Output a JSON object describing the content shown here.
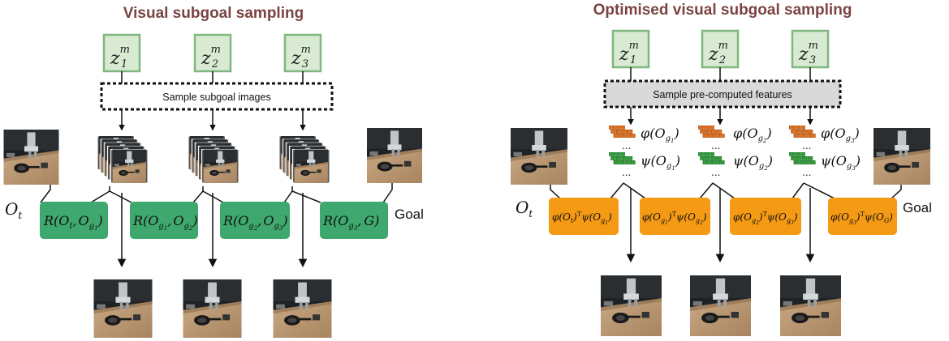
{
  "left_panel": {
    "title": "Visual subgoal sampling",
    "z_latents": [
      {
        "base": "z",
        "sup": "m",
        "sub": "1"
      },
      {
        "base": "z",
        "sup": "m",
        "sub": "2"
      },
      {
        "base": "z",
        "sup": "m",
        "sub": "3"
      }
    ],
    "sample_label": "Sample subgoal images",
    "obs_label": {
      "base": "O",
      "sub": "t"
    },
    "goal_label": "Goal",
    "reward_boxes": [
      {
        "name": "R",
        "args": [
          {
            "base": "O",
            "sub": "t"
          },
          {
            "base": "O",
            "sub": "g",
            "subsub": "1"
          }
        ]
      },
      {
        "name": "R",
        "args": [
          {
            "base": "O",
            "sub": "g",
            "subsub": "1"
          },
          {
            "base": "O",
            "sub": "g",
            "subsub": "2"
          }
        ]
      },
      {
        "name": "R",
        "args": [
          {
            "base": "O",
            "sub": "g",
            "subsub": "2"
          },
          {
            "base": "O",
            "sub": "g",
            "subsub": "3"
          }
        ]
      },
      {
        "name": "R",
        "args": [
          {
            "base": "O",
            "sub": "g",
            "subsub": "3"
          },
          {
            "base": "G"
          }
        ]
      }
    ]
  },
  "right_panel": {
    "title": "Optimised visual subgoal sampling",
    "z_latents": [
      {
        "base": "z",
        "sup": "m",
        "sub": "1"
      },
      {
        "base": "z",
        "sup": "m",
        "sub": "2"
      },
      {
        "base": "z",
        "sup": "m",
        "sub": "3"
      }
    ],
    "sample_label": "Sample pre-computed features",
    "obs_label": {
      "base": "O",
      "sub": "t"
    },
    "goal_label": "Goal",
    "feature_labels": [
      {
        "phi": "φ",
        "psi": "ψ",
        "base": "O",
        "sub": "g",
        "subsub": "1"
      },
      {
        "phi": "φ",
        "psi": "ψ",
        "base": "O",
        "sub": "g",
        "subsub": "2"
      },
      {
        "phi": "φ",
        "psi": "ψ",
        "base": "O",
        "sub": "g",
        "subsub": "3"
      }
    ],
    "ellipsis": "...",
    "score_boxes": [
      {
        "left": {
          "fn": "φ",
          "sub": "t"
        },
        "right": {
          "fn": "ψ",
          "sub": "g",
          "subsub": "1"
        }
      },
      {
        "left": {
          "fn": "φ",
          "sub": "g",
          "subsub": "1"
        },
        "right": {
          "fn": "ψ",
          "sub": "g",
          "subsub": "2"
        }
      },
      {
        "left": {
          "fn": "φ",
          "sub": "g",
          "subsub": "2"
        },
        "right": {
          "fn": "ψ",
          "sub": "g",
          "subsub": "3"
        }
      },
      {
        "left": {
          "fn": "φ",
          "sub": "g",
          "subsub": "3"
        },
        "right": {
          "fn": "ψ",
          "sub": "G"
        }
      }
    ],
    "transpose_symbol": "T"
  },
  "colors": {
    "title": "#7b4343",
    "latent_fill": "#d9ead3",
    "latent_stroke": "#7fb77e",
    "reward_box": "#3ea86f",
    "score_box": "#f59a15",
    "orange_feature": "#e8711c",
    "green_feature": "#2e9e3a",
    "sample_fill_right": "#d9d9d9"
  }
}
